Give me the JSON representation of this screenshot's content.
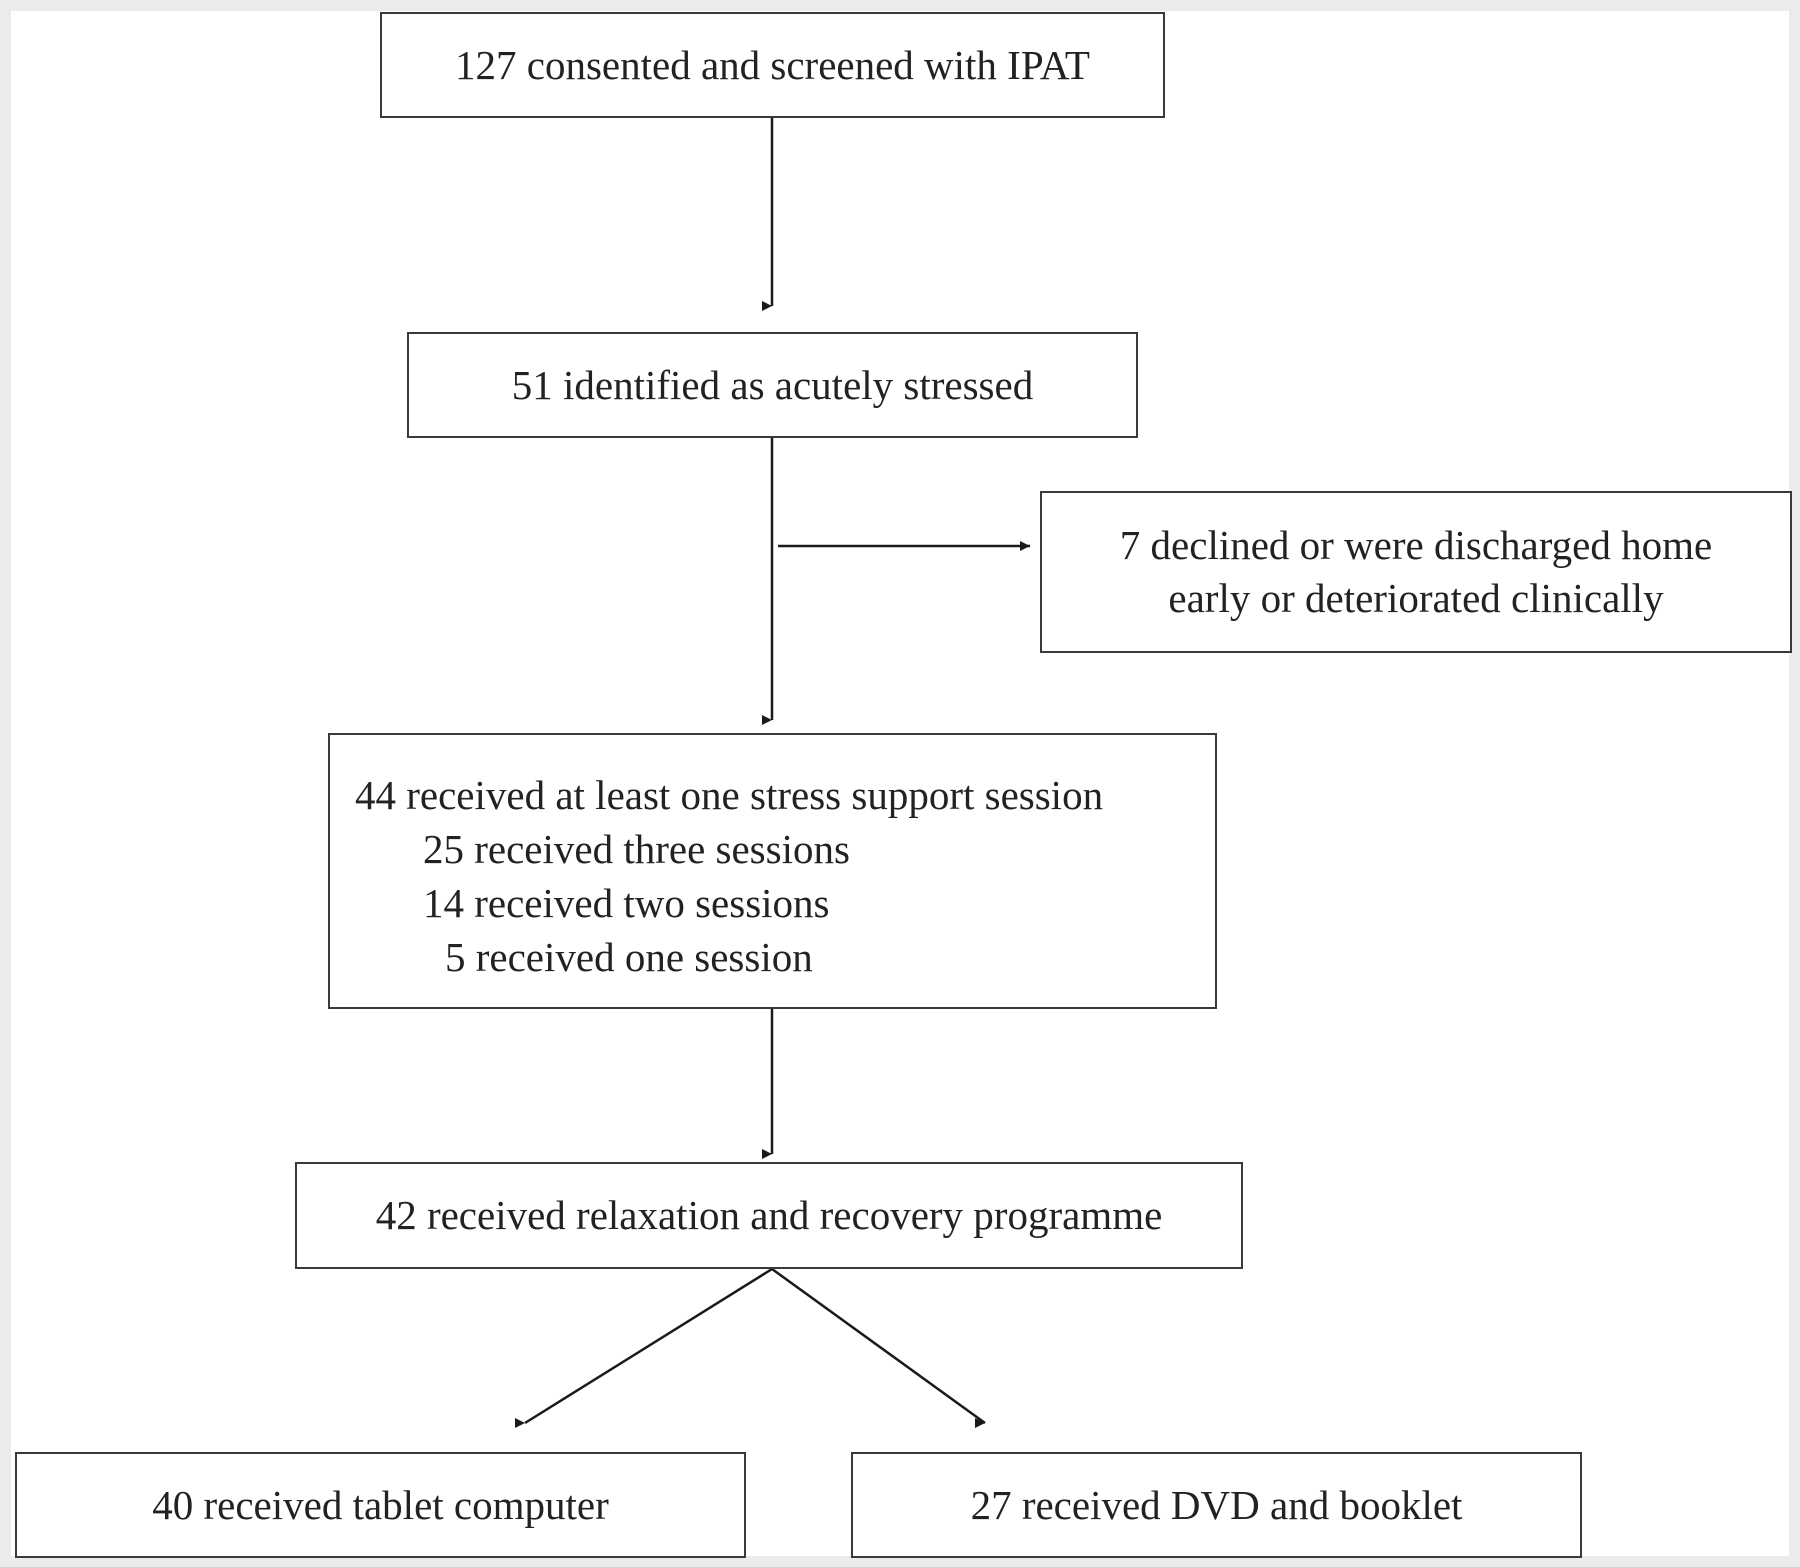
{
  "diagram": {
    "nodes": [
      {
        "id": "consented",
        "lines": [
          "127 consented and screened with IPAT"
        ]
      },
      {
        "id": "stressed",
        "lines": [
          "51 identified as acutely stressed"
        ]
      },
      {
        "id": "declined",
        "lines": [
          "7 declined or were discharged home",
          "early or deteriorated clinically"
        ]
      },
      {
        "id": "support",
        "lines": [
          "44 received at least one stress support session",
          "25 received three sessions",
          "14 received two sessions",
          "5 received one session"
        ]
      },
      {
        "id": "relax",
        "lines": [
          "42 received relaxation and recovery programme"
        ]
      },
      {
        "id": "tablet",
        "lines": [
          "40 received tablet computer"
        ]
      },
      {
        "id": "dvd",
        "lines": [
          "27 received DVD and booklet"
        ]
      }
    ],
    "edges": [
      {
        "from": "consented",
        "to": "stressed"
      },
      {
        "from": "stressed",
        "to": "support"
      },
      {
        "from": "stressed",
        "to": "declined"
      },
      {
        "from": "support",
        "to": "relax"
      },
      {
        "from": "relax",
        "to": "tablet"
      },
      {
        "from": "relax",
        "to": "dvd"
      }
    ],
    "colors": {
      "line": "#1a1a1a",
      "border": "#3a3a3a",
      "text": "#222222",
      "background": "#ffffff",
      "frame": "#ebebeb"
    }
  }
}
